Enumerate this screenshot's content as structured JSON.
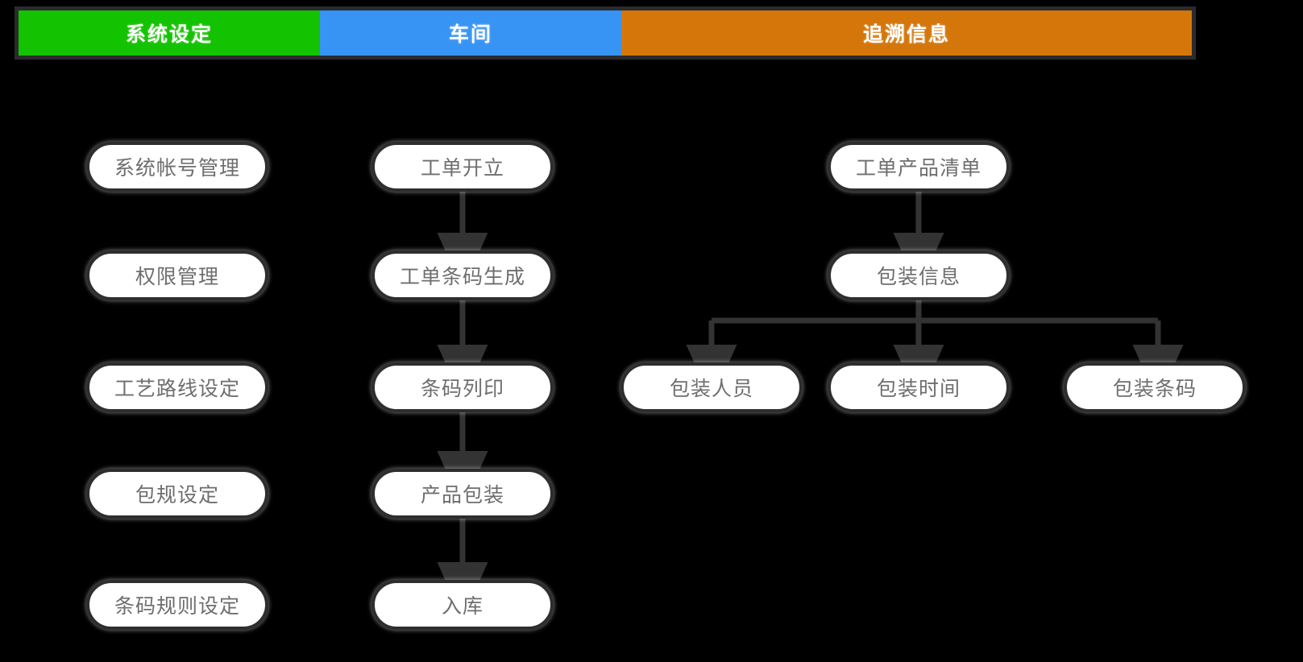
{
  "header": {
    "tabs": [
      {
        "id": "system",
        "label": "系统设定",
        "color": "#13c200"
      },
      {
        "id": "workshop",
        "label": "车间",
        "color": "#3794f5"
      },
      {
        "id": "trace",
        "label": "追溯信息",
        "color": "#d4760a"
      }
    ]
  },
  "columns": {
    "system_settings": {
      "nodes": [
        {
          "label": "系统帐号管理"
        },
        {
          "label": "权限管理"
        },
        {
          "label": "工艺路线设定"
        },
        {
          "label": "包规设定"
        },
        {
          "label": "条码规则设定"
        }
      ]
    },
    "workshop": {
      "nodes": [
        {
          "label": "工单开立"
        },
        {
          "label": "工单条码生成"
        },
        {
          "label": "条码列印"
        },
        {
          "label": "产品包装"
        },
        {
          "label": "入库"
        }
      ]
    },
    "traceability": {
      "nodes": [
        {
          "label": "工单产品清单"
        },
        {
          "label": "包装信息"
        }
      ],
      "leaves": [
        {
          "label": "包装人员"
        },
        {
          "label": "包装时间"
        },
        {
          "label": "包装条码"
        }
      ]
    }
  },
  "styles": {
    "background": "#000000",
    "node_fill": "#ffffff",
    "node_border": "#2e2e2e",
    "node_text": "#6e6e6e",
    "connector": "#333333",
    "header_frame": "#2b2b2e",
    "header_text": "#ffffff"
  }
}
